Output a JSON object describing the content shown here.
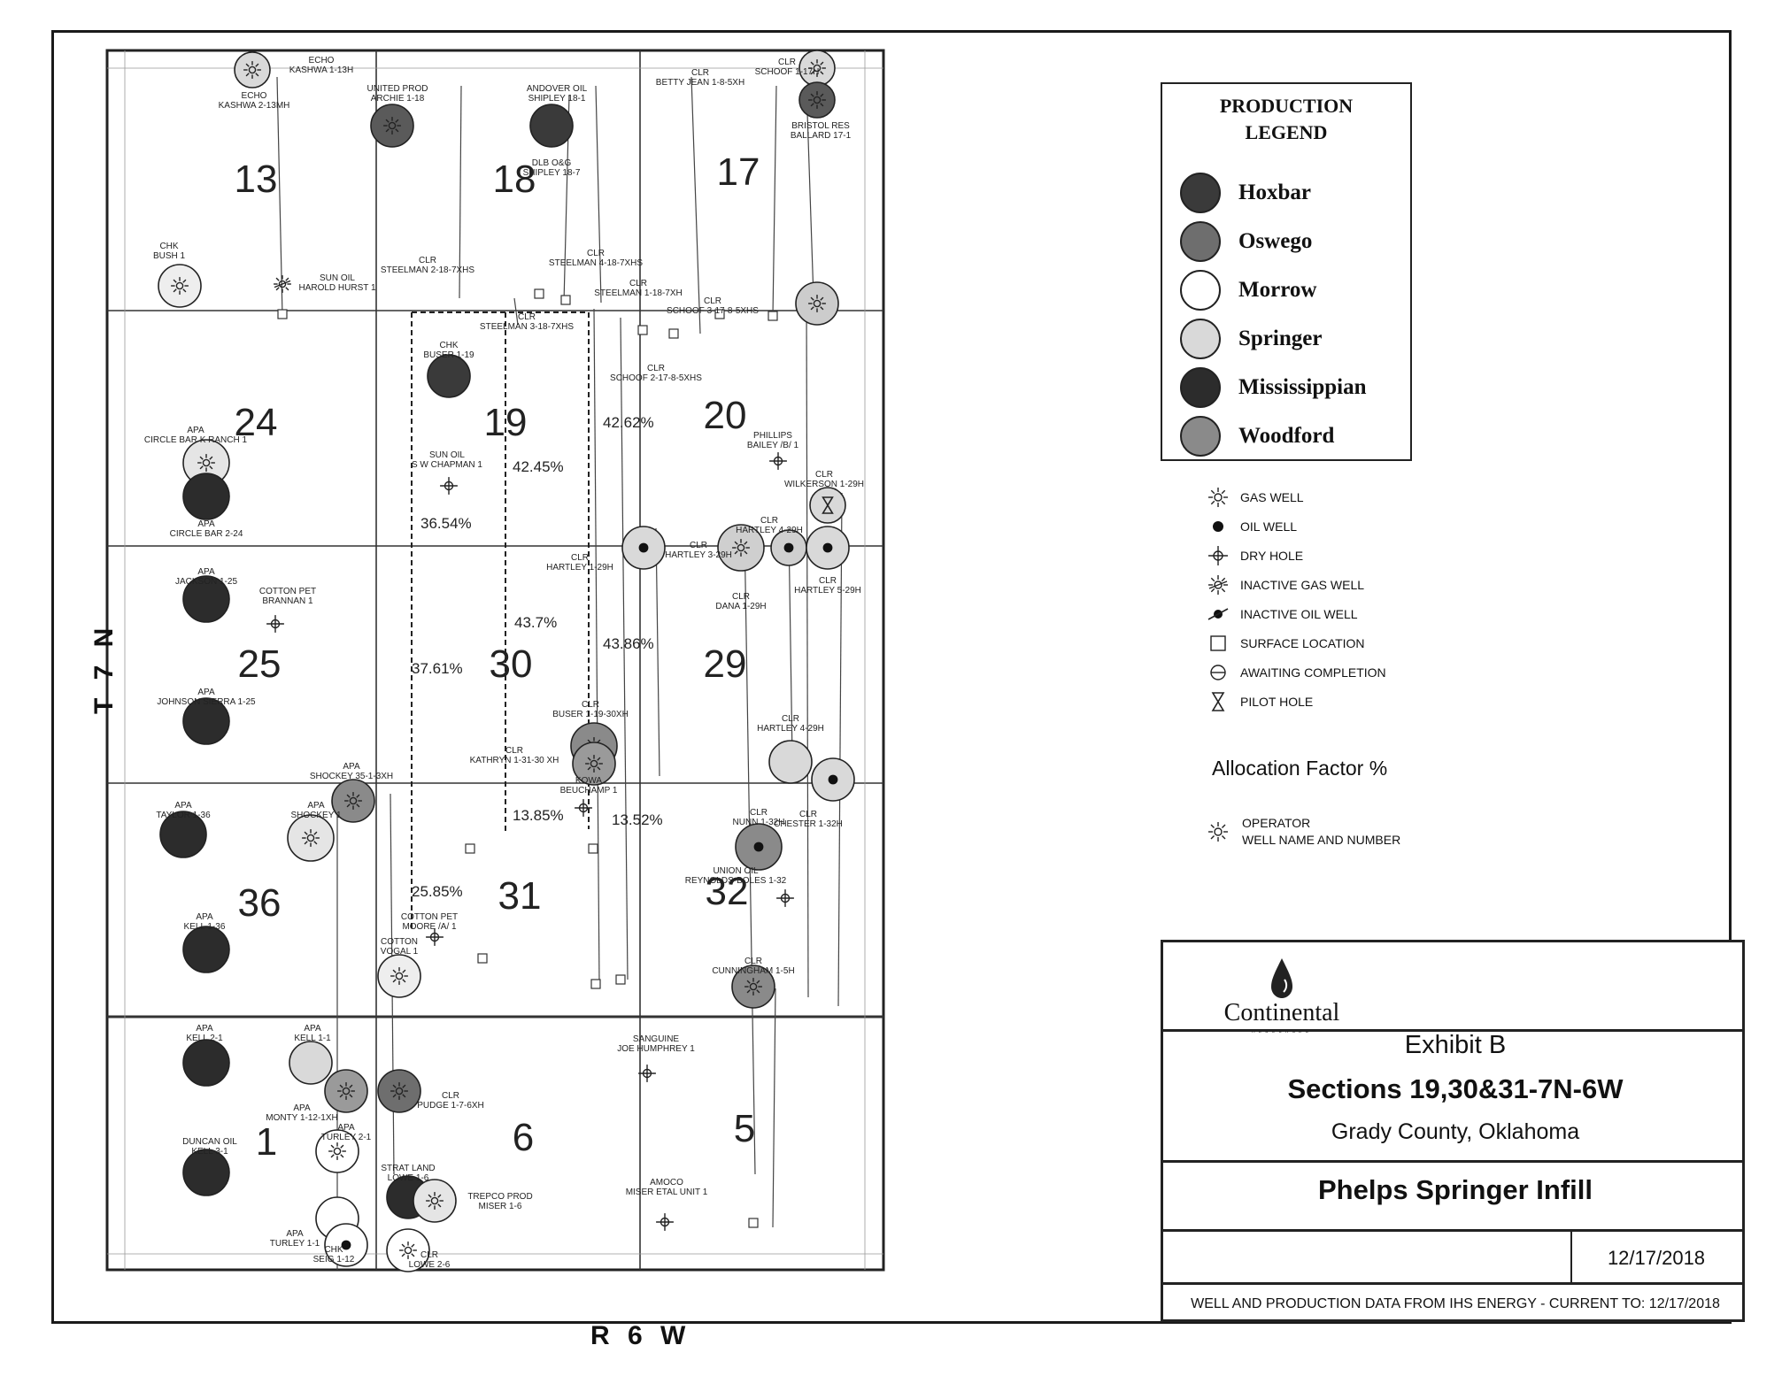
{
  "axis_labels": {
    "township": "T 7 N",
    "range": "R 6 W"
  },
  "legend": {
    "title_line1": "PRODUCTION",
    "title_line2": "LEGEND",
    "items": [
      {
        "label": "Hoxbar",
        "color": "#3a3a3a"
      },
      {
        "label": "Oswego",
        "color": "#6e6e6e"
      },
      {
        "label": "Morrow",
        "color": "#ffffff"
      },
      {
        "label": "Springer",
        "color": "#d9d9d9"
      },
      {
        "label": "Mississippian",
        "color": "#2c2c2c"
      },
      {
        "label": "Woodford",
        "color": "#8a8a8a"
      }
    ]
  },
  "symbols": [
    {
      "icon": "gas-well-icon",
      "label": "GAS WELL"
    },
    {
      "icon": "oil-well-icon",
      "label": "OIL WELL"
    },
    {
      "icon": "dry-hole-icon",
      "label": "DRY HOLE"
    },
    {
      "icon": "inactive-gas-well-icon",
      "label": "INACTIVE GAS WELL"
    },
    {
      "icon": "inactive-oil-well-icon",
      "label": "INACTIVE OIL WELL"
    },
    {
      "icon": "surface-location-icon",
      "label": "SURFACE LOCATION"
    },
    {
      "icon": "awaiting-completion-icon",
      "label": "AWAITING COMPLETION"
    },
    {
      "icon": "pilot-hole-icon",
      "label": "PILOT HOLE"
    }
  ],
  "allocation_label": "Allocation Factor %",
  "operator_note": {
    "line1": "OPERATOR",
    "line2": "WELL NAME AND NUMBER"
  },
  "sections": [
    {
      "n": "13"
    },
    {
      "n": "18"
    },
    {
      "n": "17"
    },
    {
      "n": "24"
    },
    {
      "n": "19"
    },
    {
      "n": "20"
    },
    {
      "n": "25"
    },
    {
      "n": "30"
    },
    {
      "n": "29"
    },
    {
      "n": "36"
    },
    {
      "n": "31"
    },
    {
      "n": "32"
    },
    {
      "n": "1"
    },
    {
      "n": "6"
    },
    {
      "n": "5"
    }
  ],
  "allocations": [
    "42.62%",
    "42.45%",
    "36.54%",
    "43.7%",
    "43.86%",
    "37.61%",
    "13.85%",
    "13.52%",
    "25.85%"
  ],
  "wells": [
    {
      "op": "ECHO",
      "name": "KASHWA 1-13H",
      "fill": "#d9d9d9",
      "sym": "gas"
    },
    {
      "op": "ECHO",
      "name": "KASHWA 2-13MH",
      "fill": "#d9d9d9",
      "sym": "none"
    },
    {
      "op": "UNITED PROD",
      "name": "ARCHIE 1-18",
      "fill": "#5a5a5a",
      "sym": "gas"
    },
    {
      "op": "ANDOVER OIL",
      "name": "SHIPLEY 18-1",
      "fill": "#3a3a3a",
      "sym": "none"
    },
    {
      "op": "DLB O&G",
      "name": "SHIPLEY 18-7",
      "fill": "none",
      "sym": "none"
    },
    {
      "op": "CLR",
      "name": "BETTY JEAN 1-8-5XH",
      "fill": "none",
      "sym": "none"
    },
    {
      "op": "CLR",
      "name": "SCHOOF 1-17H",
      "fill": "#d9d9d9",
      "sym": "gas"
    },
    {
      "op": "BRISTOL RES",
      "name": "BALLARD 17-1",
      "fill": "#5a5a5a",
      "sym": "gas"
    },
    {
      "op": "CHK",
      "name": "BUSH 1",
      "fill": "#eeeeee",
      "sym": "gas"
    },
    {
      "op": "SUN OIL",
      "name": "HAROLD HURST 1",
      "fill": "none",
      "sym": "inactive-gas"
    },
    {
      "op": "CLR",
      "name": "STEELMAN 2-18-7XHS",
      "fill": "none",
      "sym": "none"
    },
    {
      "op": "CLR",
      "name": "STEELMAN 4-18-7XHS",
      "fill": "none",
      "sym": "none"
    },
    {
      "op": "CLR",
      "name": "STEELMAN 1-18-7XH",
      "fill": "none",
      "sym": "none"
    },
    {
      "op": "CLR",
      "name": "SCHOOF 3-17-8-5XHS",
      "fill": "#cccccc",
      "sym": "gas"
    },
    {
      "op": "CLR",
      "name": "STEELMAN 3-18-7XHS",
      "fill": "none",
      "sym": "none"
    },
    {
      "op": "CLR",
      "name": "SCHOOF 2-17-8-5XHS",
      "fill": "none",
      "sym": "none"
    },
    {
      "op": "CHK",
      "name": "BUSER 1-19",
      "fill": "#3a3a3a",
      "sym": "none"
    },
    {
      "op": "SUN OIL",
      "name": "S W CHAPMAN 1",
      "fill": "none",
      "sym": "dry"
    },
    {
      "op": "PHILLIPS",
      "name": "BAILEY /B/ 1",
      "fill": "none",
      "sym": "dry"
    },
    {
      "op": "APA",
      "name": "CIRCLE BAR K RANCH 1",
      "fill": "#e5e5e5",
      "sym": "gas"
    },
    {
      "op": "APA",
      "name": "CIRCLE BAR 2-24",
      "fill": "#2c2c2c",
      "sym": "none"
    },
    {
      "op": "CLR",
      "name": "WILKERSON 1-29H",
      "fill": "#d9d9d9",
      "sym": "pilot"
    },
    {
      "op": "CLR",
      "name": "HARTLEY 1-29H",
      "fill": "#d9d9d9",
      "sym": "oil"
    },
    {
      "op": "CLR",
      "name": "HARTLEY 3-29H",
      "fill": "#cfcfcf",
      "sym": "gas"
    },
    {
      "op": "CLR",
      "name": "HARTLEY 4-29H",
      "fill": "#cfcfcf",
      "sym": "oil"
    },
    {
      "op": "CLR",
      "name": "HARTLEY 5-29H",
      "fill": "#d9d9d9",
      "sym": "oil"
    },
    {
      "op": "CLR",
      "name": "DANA 1-29H",
      "fill": "none",
      "sym": "none"
    },
    {
      "op": "APA",
      "name": "JACKSON 1-25",
      "fill": "#2c2c2c",
      "sym": "none"
    },
    {
      "op": "COTTON PET",
      "name": "BRANNAN 1",
      "fill": "none",
      "sym": "dry"
    },
    {
      "op": "APA",
      "name": "JOHNSON SIERRA 1-25",
      "fill": "#2c2c2c",
      "sym": "none"
    },
    {
      "op": "CLR",
      "name": "BUSER 1-19-30XH",
      "fill": "#8a8a8a",
      "sym": "gas"
    },
    {
      "op": "CLR",
      "name": "KATHRYN 1-31-30 XH",
      "fill": "#9a9a9a",
      "sym": "gas"
    },
    {
      "op": "KOWA",
      "name": "BEUCHAMP 1",
      "fill": "none",
      "sym": "dry"
    },
    {
      "op": "CLR",
      "name": "HARTLEY 4-29H",
      "fill": "#d9d9d9",
      "sym": "none"
    },
    {
      "op": "CLR",
      "name": "CHESTER 1-32H",
      "fill": "#d9d9d9",
      "sym": "oil"
    },
    {
      "op": "APA",
      "name": "SHOCKEY 35-1-3XH",
      "fill": "#8a8a8a",
      "sym": "gas"
    },
    {
      "op": "APA",
      "name": "TAYLOR 1-36",
      "fill": "#2c2c2c",
      "sym": "none"
    },
    {
      "op": "APA",
      "name": "SHOCKEY 1",
      "fill": "#e5e5e5",
      "sym": "gas"
    },
    {
      "op": "CLR",
      "name": "NUNN 1-32H",
      "fill": "#8a8a8a",
      "sym": "oil"
    },
    {
      "op": "UNION OIL",
      "name": "REYNOLDS-BOLES 1-32",
      "fill": "none",
      "sym": "dry"
    },
    {
      "op": "APA",
      "name": "KELL 1-36",
      "fill": "#2c2c2c",
      "sym": "none"
    },
    {
      "op": "COTTON PET",
      "name": "MOORE /A/ 1",
      "fill": "none",
      "sym": "dry"
    },
    {
      "op": "COTTON",
      "name": "VOGAL 1",
      "fill": "#eeeeee",
      "sym": "gas"
    },
    {
      "op": "CLR",
      "name": "CUNNINGHAM 1-5H",
      "fill": "#8a8a8a",
      "sym": "gas"
    },
    {
      "op": "APA",
      "name": "KELL 2-1",
      "fill": "#2c2c2c",
      "sym": "none"
    },
    {
      "op": "APA",
      "name": "KELL 1-1",
      "fill": "#d9d9d9",
      "sym": "none"
    },
    {
      "op": "SANGUINE",
      "name": "JOE HUMPHREY 1",
      "fill": "none",
      "sym": "dry"
    },
    {
      "op": "APA",
      "name": "MONTY 1-12-1XH",
      "fill": "#9a9a9a",
      "sym": "gas"
    },
    {
      "op": "CLR",
      "name": "PUDGE 1-7-6XH",
      "fill": "#6e6e6e",
      "sym": "gas"
    },
    {
      "op": "APA",
      "name": "TURLEY 2-1",
      "fill": "#ffffff",
      "sym": "gas"
    },
    {
      "op": "DUNCAN OIL",
      "name": "KELL 3-1",
      "fill": "#2c2c2c",
      "sym": "none"
    },
    {
      "op": "STRAT LAND",
      "name": "LOWE 1-6",
      "fill": "#2c2c2c",
      "sym": "none"
    },
    {
      "op": "TREPCO PROD",
      "name": "MISER 1-6",
      "fill": "#e5e5e5",
      "sym": "gas"
    },
    {
      "op": "AMOCO",
      "name": "MISER ETAL UNIT 1",
      "fill": "none",
      "sym": "dry"
    },
    {
      "op": "APA",
      "name": "TURLEY 1-1",
      "fill": "#ffffff",
      "sym": "none"
    },
    {
      "op": "CHK",
      "name": "SEIG 1-12",
      "fill": "#ffffff",
      "sym": "oil"
    },
    {
      "op": "CLR",
      "name": "LOWE 2-6",
      "fill": "#ffffff",
      "sym": "gas"
    }
  ],
  "title_block": {
    "company": "Continental",
    "company_sub": "RESOURCES",
    "exhibit": "Exhibit B",
    "sections": "Sections 19,30&31-7N-6W",
    "county": "Grady County, Oklahoma",
    "project": "Phelps Springer Infill",
    "date": "12/17/2018",
    "source": "WELL AND PRODUCTION DATA FROM IHS ENERGY - CURRENT TO: 12/17/2018"
  }
}
